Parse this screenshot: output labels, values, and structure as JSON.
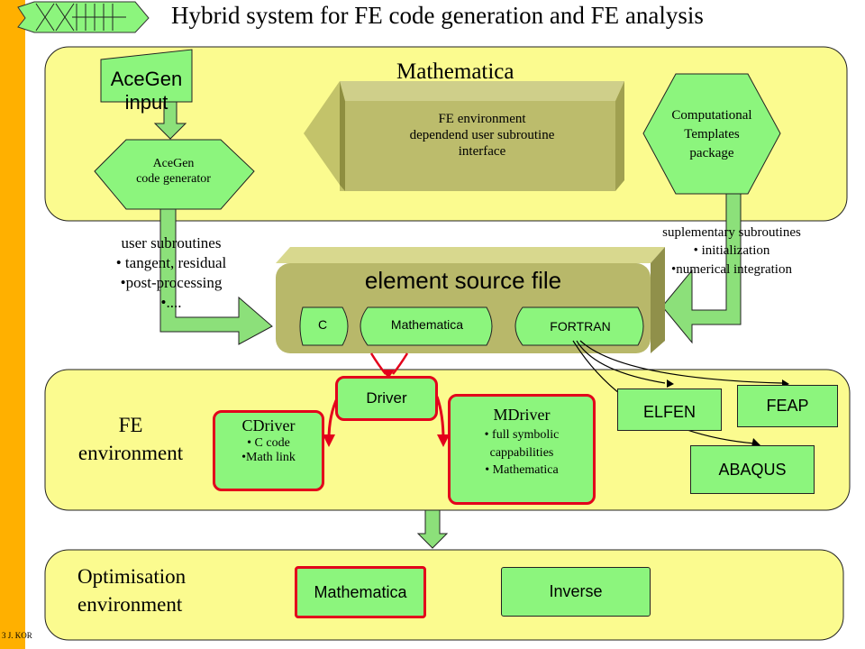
{
  "title": "Hybrid system for FE code generation and FE analysis",
  "footer": "3   J. KOR",
  "colors": {
    "accent_bar": "#ffb000",
    "panel_fill": "#fbfb8f",
    "box_fill": "#8cf57d",
    "highlight": "#e3001b",
    "arrow_fill": "#8ce07a"
  },
  "mathematica_panel": {
    "label": "Mathematica",
    "acegen_input": "AceGen input",
    "acegen_generator": [
      "AceGen",
      "code generator"
    ],
    "fe_interface": [
      "FE environment",
      "dependend user subroutine",
      "interface"
    ],
    "templates": [
      "Computational",
      "Templates",
      "package"
    ]
  },
  "user_subroutines": [
    "user subroutines",
    "• tangent, residual",
    "•post-processing",
    "•...."
  ],
  "supplementary": [
    "suplementary subroutines",
    "• initialization",
    "•numerical integration"
  ],
  "source_file": {
    "label": "element source file",
    "parts": [
      "C",
      "Mathematica",
      "FORTRAN"
    ]
  },
  "fe_panel": {
    "label": [
      "FE",
      "environment"
    ],
    "driver": "Driver",
    "cdriver": [
      "CDriver",
      "• C code",
      "•Math link"
    ],
    "mdriver": [
      "MDriver",
      "• full symbolic",
      "cappabilities",
      "• Mathematica"
    ],
    "elfen": "ELFEN",
    "feap": "FEAP",
    "abaqus": "ABAQUS"
  },
  "opt_panel": {
    "label": [
      "Optimisation",
      "environment"
    ],
    "mathematica": "Mathematica",
    "inverse": "Inverse"
  }
}
